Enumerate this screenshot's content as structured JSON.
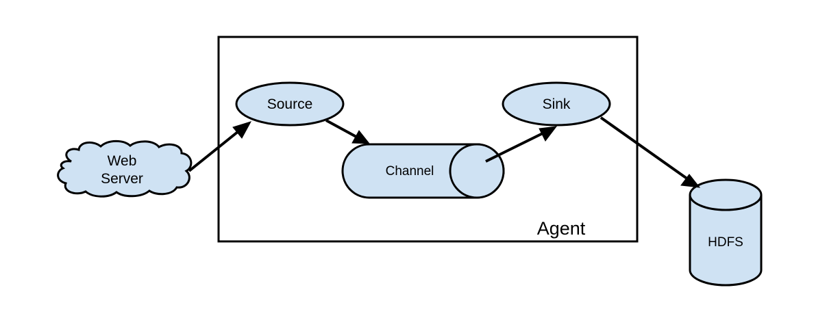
{
  "diagram": {
    "container_label": "Agent",
    "nodes": {
      "web_server": {
        "line1": "Web",
        "line2": "Server"
      },
      "source": {
        "label": "Source"
      },
      "channel": {
        "label": "Channel"
      },
      "sink": {
        "label": "Sink"
      },
      "hdfs": {
        "label": "HDFS"
      }
    },
    "colors": {
      "node_fill": "#cfe2f3",
      "stroke": "#000000",
      "background": "#ffffff"
    }
  }
}
